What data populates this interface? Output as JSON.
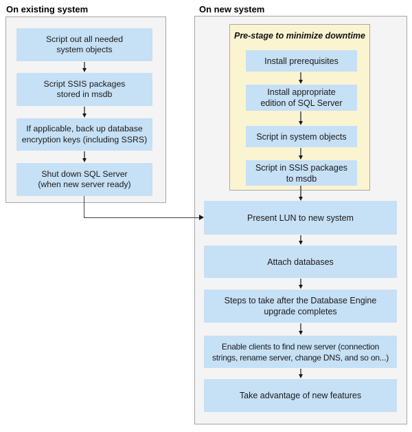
{
  "colors": {
    "step-fill": "#c6e0f5",
    "prestage-fill": "#faf4d1",
    "panel-fill": "#f4f4f4",
    "panel-border": "#a5a5a5",
    "prestage-border": "#a8a8a8",
    "connector": "#6e6e6e",
    "arrowhead": "#1a1a1a",
    "text": "#1a1a1a"
  },
  "left_column": {
    "title": "On existing system",
    "steps": [
      {
        "label": [
          "Script out all needed",
          "system objects"
        ]
      },
      {
        "label": [
          "Script SSIS packages",
          "stored in msdb"
        ]
      },
      {
        "label": [
          "If applicable, back up database",
          "encryption keys (including SSRS)"
        ]
      },
      {
        "label": [
          "Shut down SQL Server",
          "(when new server ready)"
        ]
      }
    ]
  },
  "right_column": {
    "title": "On new system",
    "prestage": {
      "title": "Pre-stage to minimize downtime",
      "steps": [
        {
          "label": [
            "Install prerequisites"
          ]
        },
        {
          "label": [
            "Install appropriate",
            "edition of SQL Server"
          ]
        },
        {
          "label": [
            "Script in system objects"
          ]
        },
        {
          "label": [
            "Script in SSIS packages",
            "to msdb"
          ]
        }
      ]
    },
    "steps": [
      {
        "label": [
          "Present LUN to new system"
        ]
      },
      {
        "label": [
          "Attach databases"
        ]
      },
      {
        "label": [
          "Steps to take after the Database Engine",
          "upgrade completes"
        ]
      },
      {
        "label": [
          "Enable clients to find new server (connection",
          "strings, rename server, change DNS, and so on...)"
        ]
      },
      {
        "label": [
          "Take advantage of new features"
        ]
      }
    ]
  }
}
